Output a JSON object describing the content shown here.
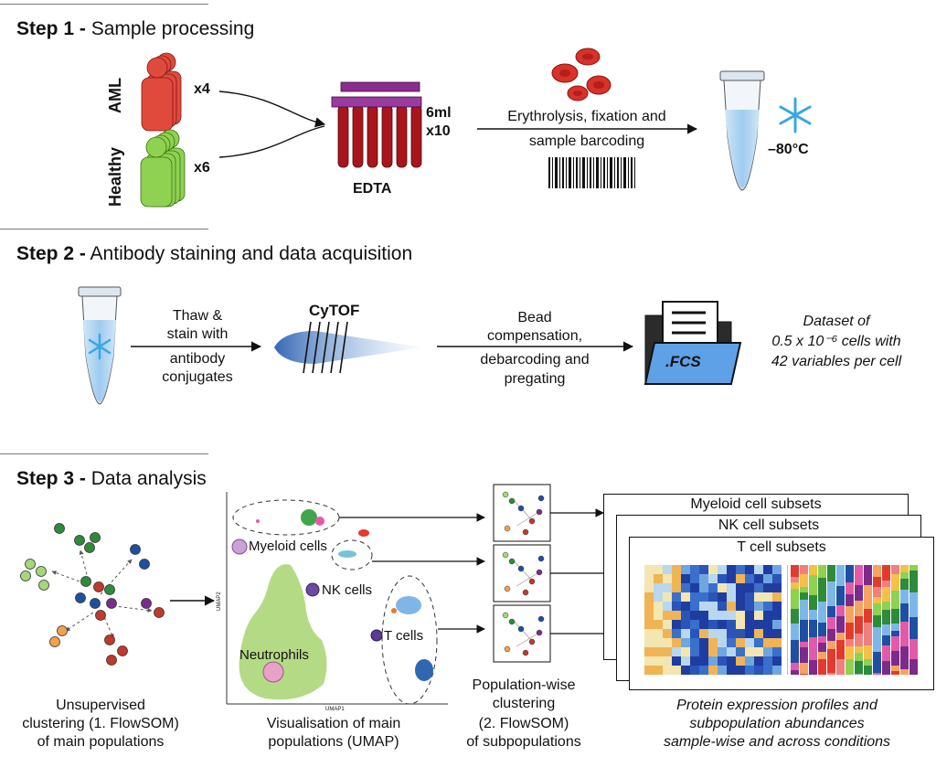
{
  "step1": {
    "num": "Step 1 -",
    "name": "Sample processing",
    "aml_label": "AML",
    "aml_count": "x4",
    "healthy_label": "Healthy",
    "healthy_count": "x6",
    "tube_volume": "6ml",
    "tube_count": "x10",
    "tube_type": "EDTA",
    "process_line1": "Erythrolysis, fixation and",
    "process_line2": "sample barcoding",
    "freeze_temp": "–80°C"
  },
  "step2": {
    "num": "Step 2 -",
    "name": "Antibody staining and data acquisition",
    "stain_lines": [
      "Thaw &",
      "stain with",
      "antibody",
      "conjugates"
    ],
    "instrument": "CyTOF",
    "process_lines": [
      "Bead",
      "compensation,",
      "debarcoding and",
      "pregating"
    ],
    "file_label": ".FCS",
    "dataset_line1": "Dataset of",
    "dataset_line2": "0.5 x 10⁻⁶ cells with",
    "dataset_line3": "42 variables per cell"
  },
  "step3": {
    "num": "Step 3 -",
    "name": "Data analysis",
    "umap": {
      "y_axis": "UMAP2",
      "x_axis": "UMAP1",
      "clusters": [
        "Myeloid cells",
        "NK cells",
        "T cells",
        "Neutrophils"
      ]
    },
    "panels": [
      "Myeloid cell subsets",
      "NK cell subsets",
      "T cell subsets"
    ],
    "captions": {
      "clustering": [
        "Unsupervised",
        "clustering (1. FlowSOM)",
        "of main populations"
      ],
      "umap": [
        "Visualisation of main",
        "populations (UMAP)"
      ],
      "population": [
        "Population-wise",
        "clustering",
        "(2. FlowSOM)",
        "of subpopulations"
      ],
      "profiles": [
        "Protein expression profiles and",
        "subpopulation abundances",
        "sample-wise and across conditions"
      ]
    }
  },
  "colors": {
    "aml_red": "#d8322a",
    "healthy_green": "#7dc142",
    "tube_red": "#a8161c",
    "cap_purple": "#8b2d8f",
    "heatmap_blue": "#1f3da0",
    "umap_green": "#9ccc65",
    "ice_blue": "#3aa7e0"
  }
}
